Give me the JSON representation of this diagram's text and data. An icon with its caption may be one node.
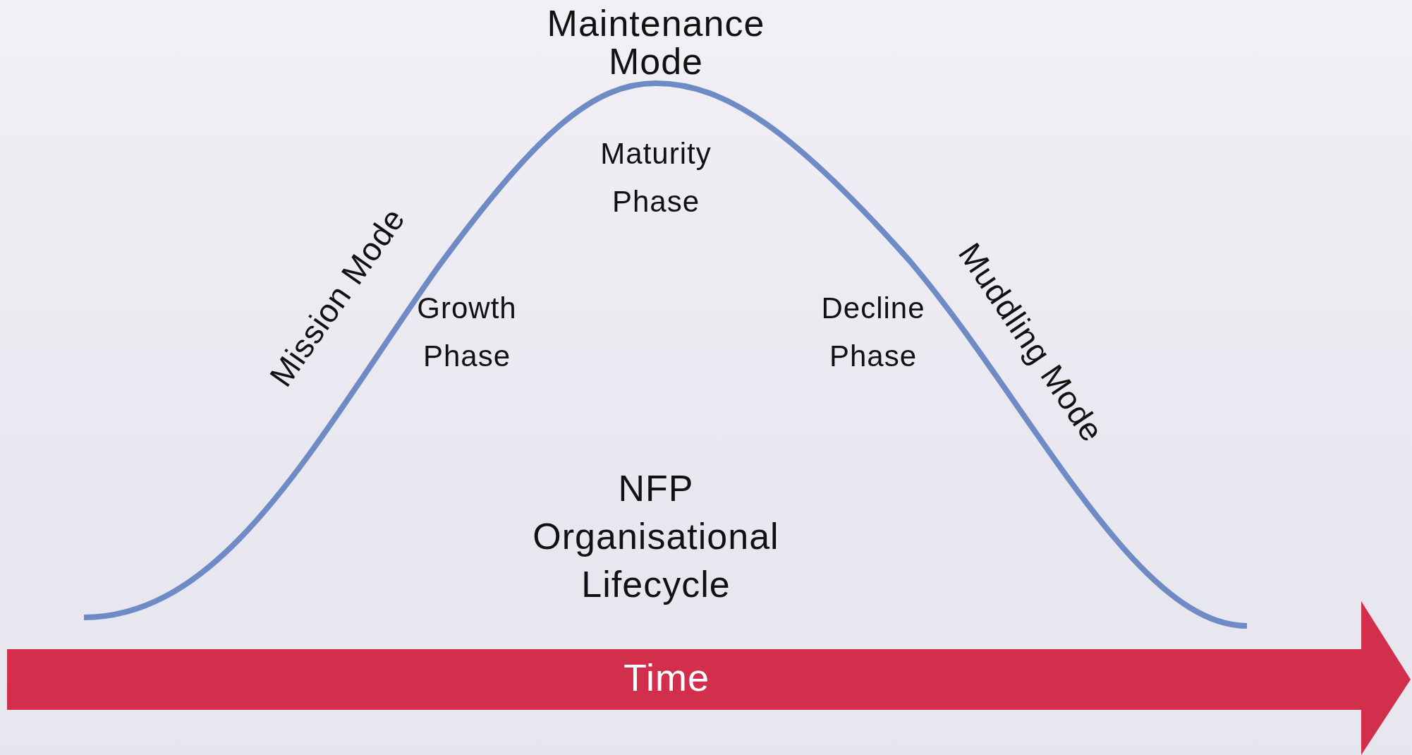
{
  "diagram": {
    "title": "NFP Organisational Lifecycle",
    "labels": [
      "Maintenance Mode",
      "Maturity Phase",
      "Mission Mode",
      "Muddling Mode",
      "Growth Phase",
      "Decline Phase",
      "Time"
    ]
  }
}
